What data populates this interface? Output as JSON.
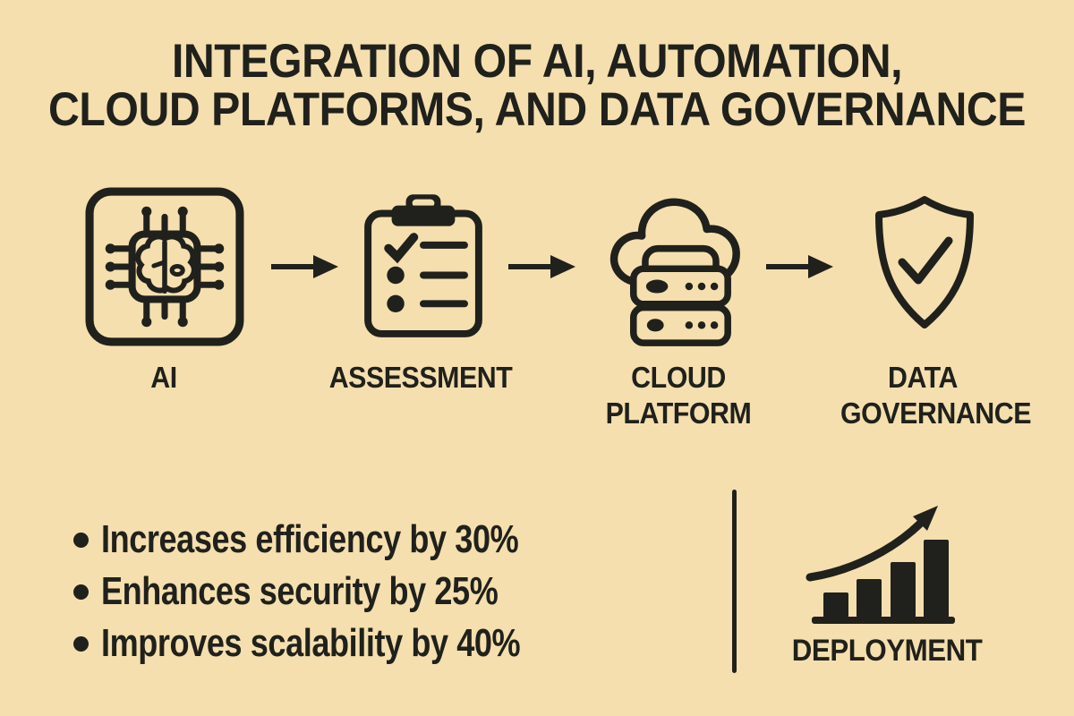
{
  "colors": {
    "background": "#f5dfae",
    "ink": "#20211c"
  },
  "title": {
    "line1": "INTEGRATION OF AI, AUTOMATION,",
    "line2": "CLOUD PLATFORMS, AND DATA GOVERNANCE"
  },
  "flow": {
    "steps": [
      {
        "label": "AI",
        "icon": "ai-chip-icon"
      },
      {
        "label": "ASSESSMENT",
        "icon": "clipboard-checklist-icon"
      },
      {
        "label": "CLOUD PLATFORM",
        "icon": "cloud-server-icon"
      },
      {
        "label": "DATA GOVERNANCE",
        "icon": "shield-check-icon"
      }
    ],
    "arrow_icon": "right-arrow-icon"
  },
  "benefits": {
    "items": [
      "Increases efficiency by 30%",
      "Enhances security by 25%",
      "Improves scalability by 40%"
    ]
  },
  "deployment": {
    "label": "DEPLOYMENT",
    "icon": "growth-chart-icon"
  }
}
